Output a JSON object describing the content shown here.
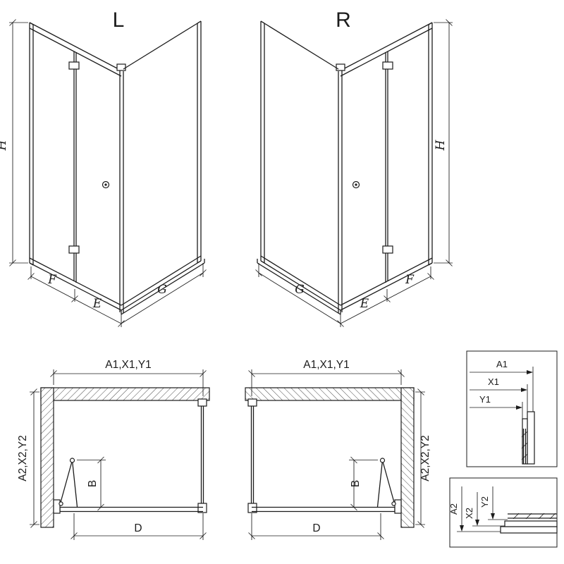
{
  "drawing": {
    "views_3d": {
      "left": {
        "label": "L",
        "height": "H",
        "fixed_width": "F",
        "entry_width": "E",
        "side_width": "G"
      },
      "right": {
        "label": "R",
        "height": "H",
        "fixed_width": "F",
        "entry_width": "E",
        "side_width": "G"
      }
    },
    "plans": {
      "left": {
        "top_dimension": "A1,X1,Y1",
        "side_dimension": "A2,X2,Y2",
        "fold_depth": "B",
        "opening_width": "D"
      },
      "right": {
        "top_dimension": "A1,X1,Y1",
        "side_dimension": "A2,X2,Y2",
        "fold_depth": "B",
        "opening_width": "D"
      }
    },
    "detail_top": {
      "labels": {
        "a1": "A1",
        "x1": "X1",
        "y1": "Y1"
      }
    },
    "detail_bottom": {
      "labels": {
        "a2": "A2",
        "x2": "X2",
        "y2": "Y2"
      }
    },
    "colors": {
      "line": "#1c1c1c",
      "hatch": "#4a4a4a",
      "background": "#ffffff"
    }
  }
}
